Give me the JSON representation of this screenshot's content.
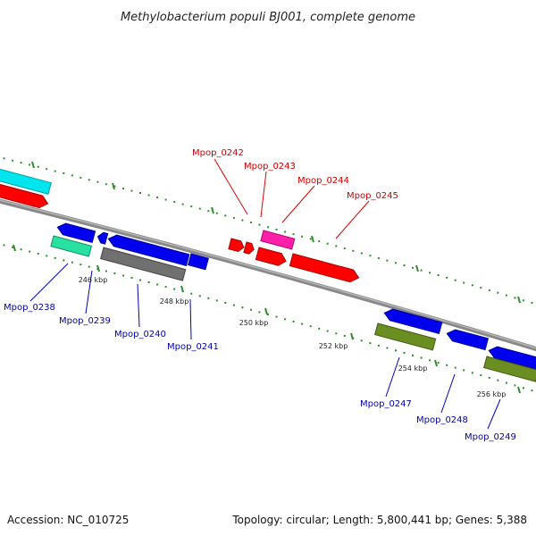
{
  "title": "Methylobacterium populi BJ001, complete genome",
  "footer": {
    "accession": "Accession: NC_010725",
    "summary": "Topology: circular; Length: 5,800,441 bp; Genes: 5,388"
  },
  "colors": {
    "backbone": "#8c8c8c",
    "tick": "#2e8b2e",
    "label_forward": "#cc0000",
    "label_reverse": "#0000aa",
    "leader_forward": "#dd0000",
    "leader_reverse": "#0000bb"
  },
  "ticks": [
    {
      "label": "246 kbp"
    },
    {
      "label": "248 kbp"
    },
    {
      "label": "250 kbp"
    },
    {
      "label": "252 kbp"
    },
    {
      "label": "254 kbp"
    },
    {
      "label": "256 kbp"
    }
  ],
  "forward_labels": [
    {
      "label": "Mpop_0242"
    },
    {
      "label": "Mpop_0243"
    },
    {
      "label": "Mpop_0244"
    },
    {
      "label": "Mpop_0245"
    }
  ],
  "reverse_labels": [
    {
      "label": "Mpop_0238"
    },
    {
      "label": "Mpop_0239"
    },
    {
      "label": "Mpop_0240"
    },
    {
      "label": "Mpop_0241"
    },
    {
      "label": "Mpop_0247"
    },
    {
      "label": "Mpop_0248"
    },
    {
      "label": "Mpop_0249"
    }
  ]
}
